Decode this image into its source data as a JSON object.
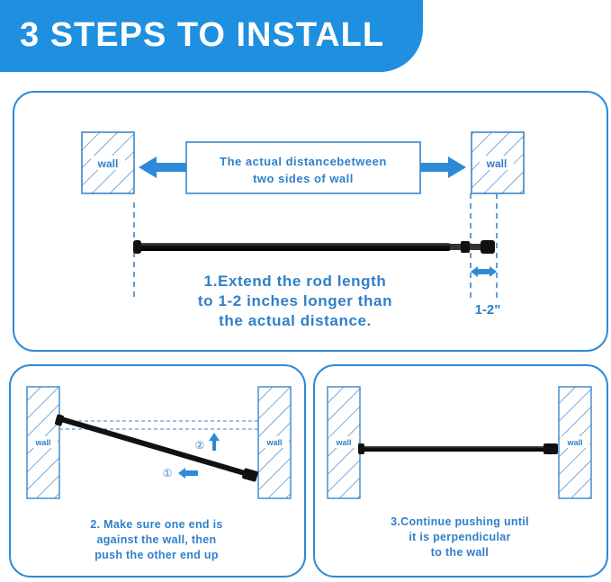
{
  "header": {
    "title": "3 STEPS TO INSTALL"
  },
  "walls": {
    "label": "wall"
  },
  "step1": {
    "distance_label_line1": "The actual distancebetween",
    "distance_label_line2": "two sides of wall",
    "instruction_line1": "1.Extend the rod length",
    "instruction_line2": "to 1-2 inches longer than",
    "instruction_line3": "the actual distance.",
    "extra_length": "1-2\""
  },
  "step2": {
    "instruction_line1": "2. Make sure one end is",
    "instruction_line2": "against the wall, then",
    "instruction_line3": "push the other end up",
    "marker_1": "①",
    "marker_2": "②"
  },
  "step3": {
    "instruction_line1": "3.Continue pushing until",
    "instruction_line2": "it is perpendicular",
    "instruction_line3": "to the wall"
  },
  "colors": {
    "accent": "#1f8fe0",
    "text": "#2f7fca",
    "rod": "#1a1a1a"
  }
}
